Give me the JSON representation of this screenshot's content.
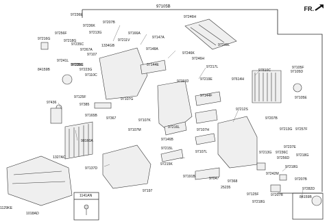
{
  "header": {
    "direction": "FR."
  },
  "assembly_number": "97105B",
  "labels": [
    "97236E",
    "97236K",
    "97213G",
    "97207B",
    "97166A",
    "97246H",
    "97216G",
    "97256F",
    "97218G",
    "97235C",
    "97211V",
    "97147A",
    "97267A",
    "97107",
    "1334GB",
    "97148A",
    "97246K",
    "97246L",
    "97246H",
    "97235E",
    "97241L",
    "97235C",
    "97223G",
    "97110C",
    "97144E",
    "97217L",
    "97810C",
    "97105D",
    "97105F",
    "84159B",
    "97614H",
    "97219E",
    "97111D",
    "97107G",
    "97125F",
    "97436",
    "97385",
    "97165B",
    "97367",
    "97107M",
    "97107K",
    "97144F",
    "97212S",
    "97105E",
    "97107H",
    "97216L",
    "97207B",
    "97213G",
    "97257F",
    "98160A",
    "97146B",
    "97215L",
    "97237E",
    "97236C",
    "97218G",
    "97107L",
    "97213G",
    "97256D",
    "1327AC",
    "97137D",
    "97215K",
    "97191B",
    "97218G",
    "97242M",
    "97207B",
    "25235",
    "97368",
    "97047",
    "97125F",
    "97218G",
    "97207B",
    "97197",
    "1141AN",
    "1129KE",
    "1018AD",
    "97282D",
    "84159B"
  ],
  "callout_box": {
    "label": "1141AN"
  }
}
